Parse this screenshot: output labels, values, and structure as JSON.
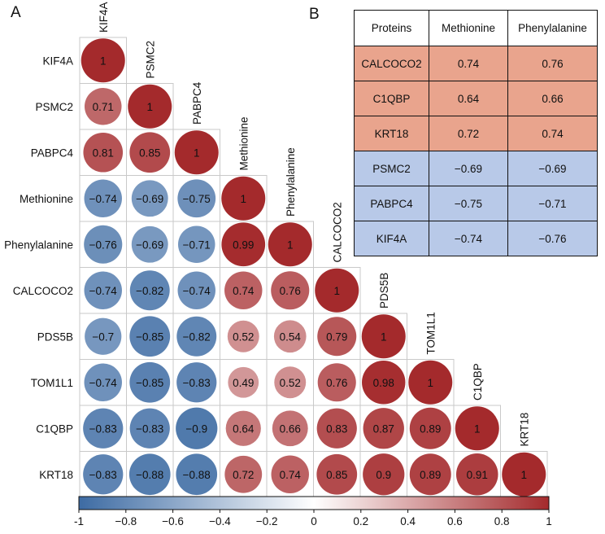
{
  "panel_labels": {
    "a": "A",
    "b": "B"
  },
  "chart_data": [
    {
      "type": "heatmap",
      "variables": [
        "KIF4A",
        "PSMC2",
        "PABPC4",
        "Methionine",
        "Phenylalanine",
        "CALCOCO2",
        "PDS5B",
        "TOM1L1",
        "C1QBP",
        "KRT18"
      ],
      "matrix": [
        [
          1
        ],
        [
          0.71,
          1
        ],
        [
          0.81,
          0.85,
          1
        ],
        [
          -0.74,
          -0.69,
          -0.75,
          1
        ],
        [
          -0.76,
          -0.69,
          -0.71,
          0.99,
          1
        ],
        [
          -0.74,
          -0.82,
          -0.74,
          0.74,
          0.76,
          1
        ],
        [
          -0.7,
          -0.85,
          -0.82,
          0.52,
          0.54,
          0.79,
          1
        ],
        [
          -0.74,
          -0.85,
          -0.83,
          0.49,
          0.52,
          0.76,
          0.98,
          1
        ],
        [
          -0.83,
          -0.83,
          -0.9,
          0.64,
          0.66,
          0.83,
          0.87,
          0.89,
          1
        ],
        [
          -0.83,
          -0.88,
          -0.88,
          0.72,
          0.74,
          0.85,
          0.9,
          0.89,
          0.91,
          1
        ]
      ],
      "colorbar": {
        "range": [
          -1,
          1
        ],
        "ticks": [
          "-1",
          "−0.8",
          "−0.6",
          "−0.4",
          "−0.2",
          "0",
          "0.2",
          "0.4",
          "0.6",
          "0.8",
          "1"
        ],
        "colors": {
          "negative": "#3d6ba3",
          "zero": "#ffffff",
          "positive": "#a42a2c"
        }
      }
    },
    {
      "type": "table",
      "headers": [
        "Proteins",
        "Methionine",
        "Phenylalanine"
      ],
      "rows": [
        {
          "protein": "CALCOCO2",
          "methionine": "0.74",
          "phenylalanine": "0.76",
          "sign": "positive"
        },
        {
          "protein": "C1QBP",
          "methionine": "0.64",
          "phenylalanine": "0.66",
          "sign": "positive"
        },
        {
          "protein": "KRT18",
          "methionine": "0.72",
          "phenylalanine": "0.74",
          "sign": "positive"
        },
        {
          "protein": "PSMC2",
          "methionine": "−0.69",
          "phenylalanine": "−0.69",
          "sign": "negative"
        },
        {
          "protein": "PABPC4",
          "methionine": "−0.75",
          "phenylalanine": "−0.71",
          "sign": "negative"
        },
        {
          "protein": "KIF4A",
          "methionine": "−0.74",
          "phenylalanine": "−0.76",
          "sign": "negative"
        }
      ],
      "row_colors": {
        "positive": "#e9a48d",
        "negative": "#b8c9e8"
      }
    }
  ]
}
